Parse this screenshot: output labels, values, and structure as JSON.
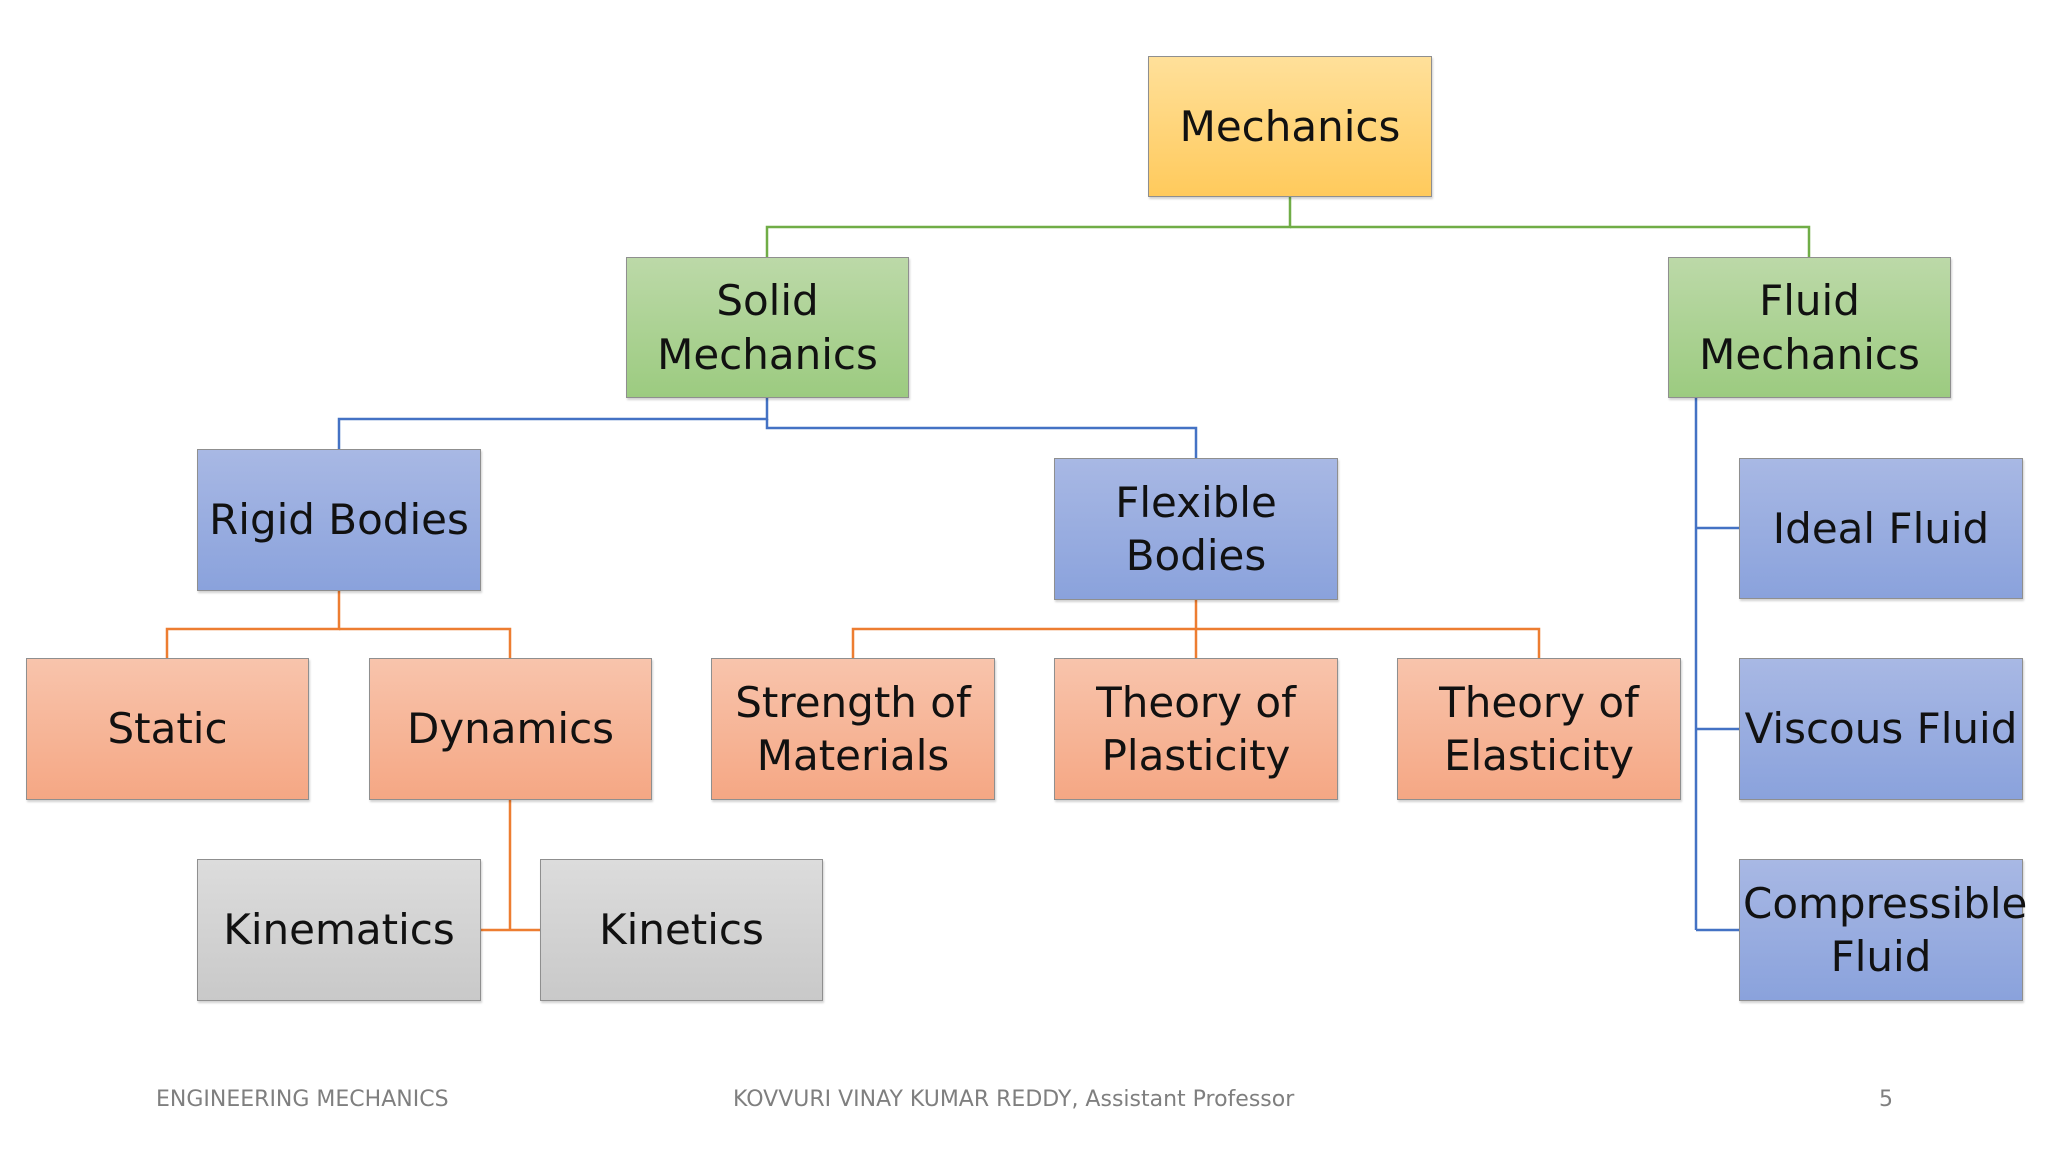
{
  "diagram": {
    "nodes": {
      "mechanics": "Mechanics",
      "solid_mechanics": "Solid Mechanics",
      "fluid_mechanics": "Fluid Mechanics",
      "rigid_bodies": "Rigid Bodies",
      "flexible_bodies": "Flexible Bodies",
      "static": "Static",
      "dynamics": "Dynamics",
      "strength_of_materials": "Strength of Materials",
      "theory_of_plasticity": "Theory of Plasticity",
      "theory_of_elasticity": "Theory of Elasticity",
      "kinematics": "Kinematics",
      "kinetics": "Kinetics",
      "ideal_fluid": "Ideal Fluid",
      "viscous_fluid": "Viscous Fluid",
      "compressible_fluid": "Compressible Fluid"
    },
    "edges": [
      [
        "mechanics",
        "solid_mechanics"
      ],
      [
        "mechanics",
        "fluid_mechanics"
      ],
      [
        "solid_mechanics",
        "rigid_bodies"
      ],
      [
        "solid_mechanics",
        "flexible_bodies"
      ],
      [
        "rigid_bodies",
        "static"
      ],
      [
        "rigid_bodies",
        "dynamics"
      ],
      [
        "flexible_bodies",
        "strength_of_materials"
      ],
      [
        "flexible_bodies",
        "theory_of_plasticity"
      ],
      [
        "flexible_bodies",
        "theory_of_elasticity"
      ],
      [
        "dynamics",
        "kinematics"
      ],
      [
        "dynamics",
        "kinetics"
      ],
      [
        "fluid_mechanics",
        "ideal_fluid"
      ],
      [
        "fluid_mechanics",
        "viscous_fluid"
      ],
      [
        "fluid_mechanics",
        "compressible_fluid"
      ]
    ],
    "colors": {
      "root_fill": "#ffd479",
      "level1_fill": "#a9d18e",
      "level2_fill": "#8faadc",
      "level3_fill": "#f4b183",
      "level4_fill": "#d0d0d0",
      "connector_green": "#70ad47",
      "connector_blue": "#4472c4",
      "connector_orange": "#ed7d31"
    }
  },
  "footer": {
    "left": "ENGINEERING MECHANICS",
    "center": "KOVVURI VINAY KUMAR REDDY, Assistant Professor",
    "page_number": "5"
  }
}
